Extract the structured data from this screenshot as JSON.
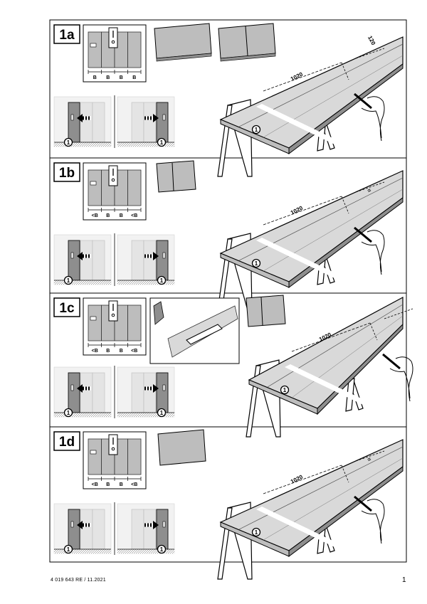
{
  "colors": {
    "panel": "#bdbdbd",
    "panel_dark": "#8e8e8e",
    "panel_light": "#d9d9d9",
    "line": "#000000",
    "arrow": "#000000"
  },
  "footer": {
    "code": "4 019 643  RE / 11.2021",
    "page": "1"
  },
  "steps": [
    {
      "label": "1a",
      "spacing_labels": [
        "B",
        "B",
        "B",
        "B"
      ],
      "measure_long": "1020",
      "measure_short": "120",
      "callout": "1"
    },
    {
      "label": "1b",
      "spacing_labels": [
        "<B",
        "B",
        "B",
        "<B"
      ],
      "measure_long": "1020",
      "measure_short": "=",
      "callout": "1"
    },
    {
      "label": "1c",
      "spacing_labels": [
        "<B",
        "B",
        "B",
        "<B"
      ],
      "measure_long": "1020",
      "measure_short": "",
      "callout": "1"
    },
    {
      "label": "1d",
      "spacing_labels": [
        "<B",
        "B",
        "B",
        "<B"
      ],
      "measure_long": "1020",
      "measure_short": "=",
      "callout": "1"
    }
  ],
  "icons": {
    "arrow_left": "arrow-left-icon",
    "arrow_right": "arrow-right-icon",
    "pencil": "pencil-hand-icon",
    "sawhorse": "sawhorse-icon"
  }
}
